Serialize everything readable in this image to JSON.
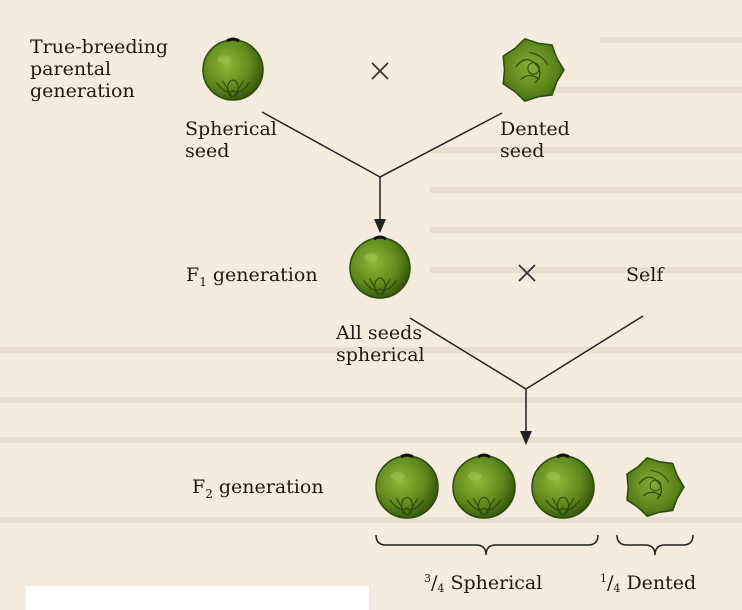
{
  "labels": {
    "parental": [
      "True-breeding",
      "parental",
      "generation"
    ],
    "spherical_seed": [
      "Spherical",
      "seed"
    ],
    "dented_seed": [
      "Dented",
      "seed"
    ],
    "f1_prefix": "F",
    "f1_sub": "1",
    "f1_suffix": " generation",
    "all_seeds": [
      "All seeds",
      "spherical"
    ],
    "self": "Self",
    "f2_prefix": "F",
    "f2_sub": "2",
    "f2_suffix": " generation",
    "three_quarters_num": "3",
    "three_quarters_den": "4",
    "three_quarters_text": " Spherical",
    "one_quarter_num": "1",
    "one_quarter_den": "4",
    "one_quarter_text": " Dented",
    "cross_symbol": "×"
  },
  "colors": {
    "seed_fill": "#5f8a1c",
    "seed_dark": "#2d4a0a",
    "seed_light": "#86ad36",
    "line": "#222222",
    "background": "#f4ecdf"
  },
  "seeds": {
    "parental": [
      "spherical",
      "dented"
    ],
    "f1": [
      "spherical"
    ],
    "f2": [
      "spherical",
      "spherical",
      "spherical",
      "dented"
    ]
  }
}
